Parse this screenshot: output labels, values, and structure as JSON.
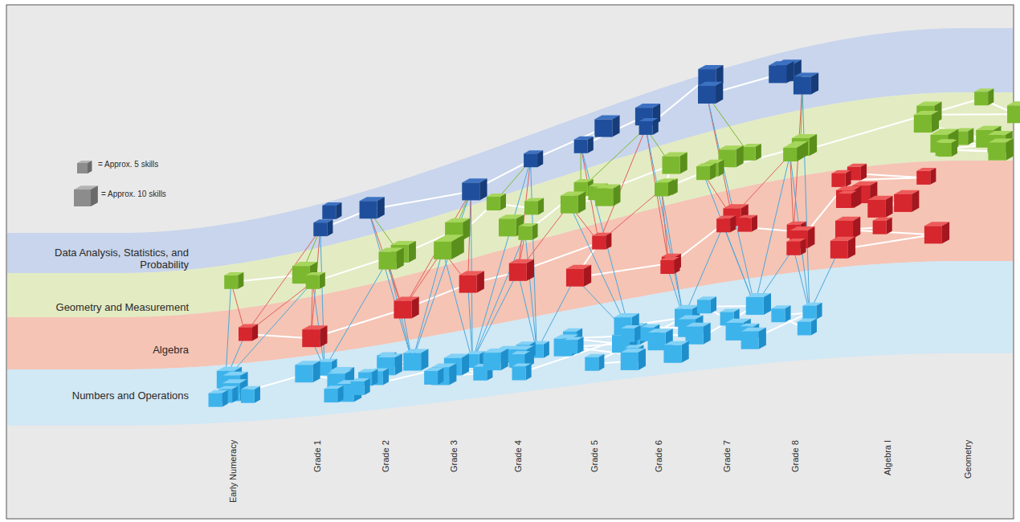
{
  "diagram": {
    "nodes": [
      {
        "text": [
          "Data Analysis, Statistics, and Probability"
        ]
      },
      {
        "text": [
          "Geometry and Measurement"
        ]
      },
      {
        "text": [
          "Algebra"
        ]
      },
      {
        "text": [
          "Numbers and Operations"
        ]
      }
    ],
    "labels": [
      "Early Numeracy",
      "Grade 1",
      "Grade 2",
      "Grade 3",
      "Grade 4",
      "Grade 5",
      "Grade 6",
      "Grade 7",
      "Grade 8",
      "Algebra I",
      "Geometry"
    ],
    "legend": [
      {
        "text": "= Approx. 5 skills"
      },
      {
        "text": "= Approx. 10 skills"
      }
    ]
  }
}
